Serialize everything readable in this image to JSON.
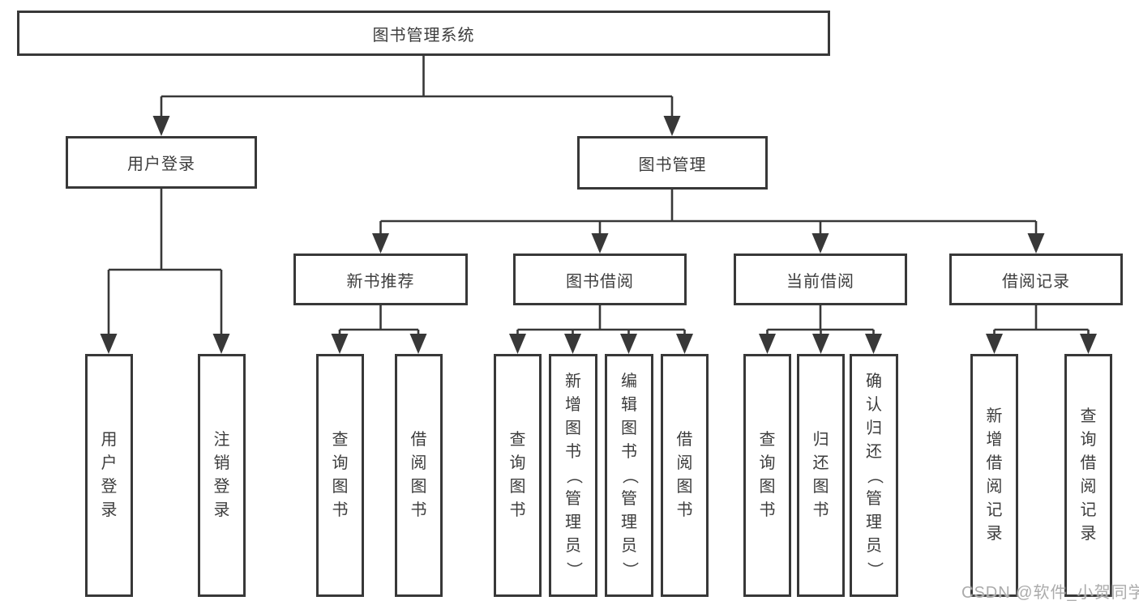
{
  "diagram": {
    "root": {
      "label": "图书管理系统"
    },
    "modules": [
      {
        "label": "用户登录"
      },
      {
        "label": "图书管理"
      }
    ],
    "submodules": [
      {
        "label": "新书推荐"
      },
      {
        "label": "图书借阅"
      },
      {
        "label": "当前借阅"
      },
      {
        "label": "借阅记录"
      }
    ],
    "functions": {
      "user_login": [
        "用户登录",
        "注销登录"
      ],
      "new_book_recommend": [
        "查询图书",
        "借阅图书"
      ],
      "book_borrow": [
        "查询图书",
        "新增图书（管理员）",
        "编辑图书（管理员）",
        "借阅图书"
      ],
      "current_borrow": [
        "查询图书",
        "归还图书",
        "确认归还（管理员）"
      ],
      "borrow_record": [
        "新增借阅记录",
        "查询借阅记录"
      ]
    }
  },
  "watermark": {
    "text": "CSDN @软件_小贺同学"
  },
  "colors": {
    "line": "#383838",
    "text": "#3d3d3d",
    "watermark": "#ababab",
    "background": "#ffffff"
  }
}
